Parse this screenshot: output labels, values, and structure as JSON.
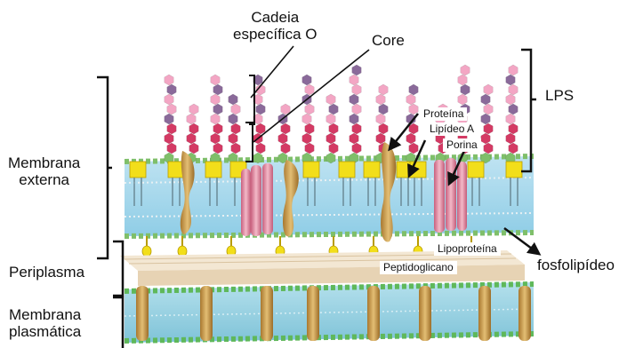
{
  "diagram": {
    "labels": {
      "o_chain": [
        "Cadeia",
        "específica O"
      ],
      "core": "Core",
      "lps": "LPS",
      "outer_membrane": [
        "Membrana",
        "externa"
      ],
      "protein": "Proteína",
      "lipid_a": "Lipídeo A",
      "porin": "Porina",
      "lipoprotein": "Lipoproteína",
      "phospholipid": "fosfolipídeo",
      "periplasm": "Periplasma",
      "peptidoglycan": "Peptidoglicano",
      "plasma_membrane": [
        "Membrana",
        "plasmática"
      ]
    },
    "colors": {
      "sugar_pink": "#f3a6c4",
      "sugar_purple": "#8a6a9a",
      "sugar_red": "#d43a64",
      "sugar_green": "#7fbf6a",
      "lipid_a_yellow": "#f2de1a",
      "outer_layer_blue": "#a9d9ee",
      "protein_gold": "#c79a4a",
      "porin_pink": "#e0899f",
      "peptidoglycan": "#efe0c8",
      "plasma_head_green": "#74c46e",
      "plasma_body_blue": "#9ad3e2"
    }
  }
}
